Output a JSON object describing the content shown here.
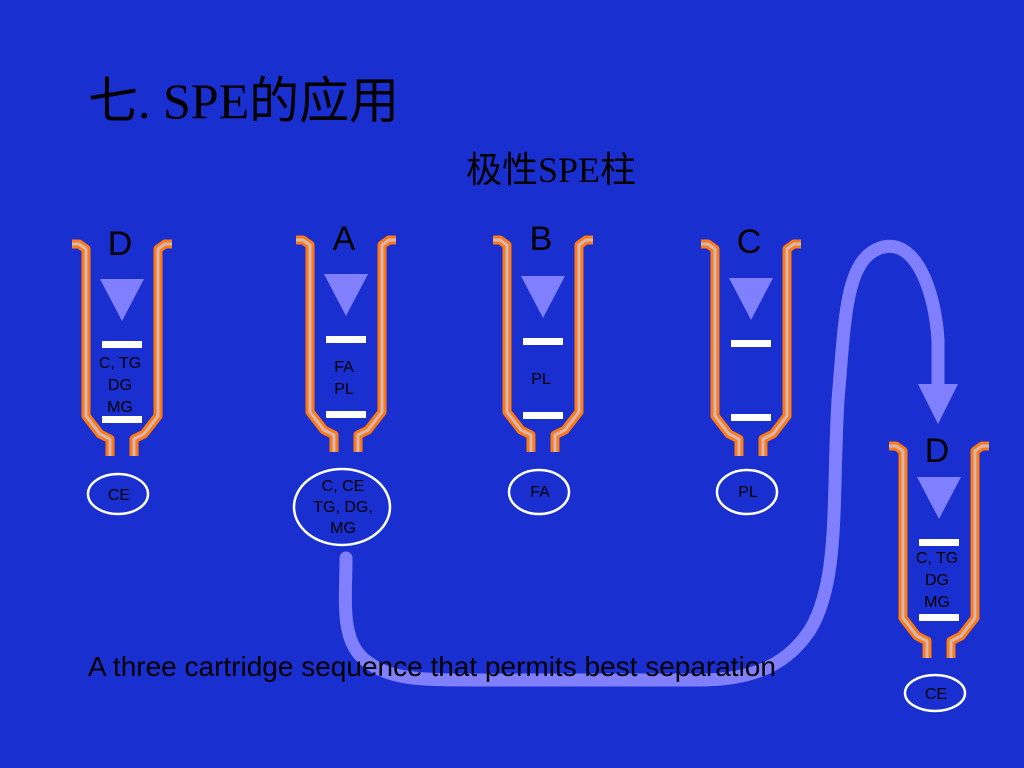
{
  "title": "七. SPE的应用",
  "subtitle": "极性SPE柱",
  "caption": "A three cartridge sequence that permits best separation",
  "colors": {
    "background": "#1a2fd0",
    "cartridge_outline": "#ff7a10",
    "cartridge_wall": "#d4b8b8",
    "arrow": "#8080ff",
    "flow_path": "#8080ff",
    "text": "#000000"
  },
  "cartridges": [
    {
      "id": "D",
      "label": "D",
      "contents": [
        "C, TG",
        "DG",
        "MG"
      ],
      "eluate": [
        "CE"
      ]
    },
    {
      "id": "A",
      "label": "A",
      "contents": [
        "FA",
        "PL"
      ],
      "eluate": [
        "C, CE",
        "TG, DG,",
        "MG"
      ]
    },
    {
      "id": "B",
      "label": "B",
      "contents": [
        "PL"
      ],
      "eluate": [
        "FA"
      ]
    },
    {
      "id": "C",
      "label": "C",
      "contents": [],
      "eluate": [
        "PL"
      ]
    },
    {
      "id": "D2",
      "label": "D",
      "contents": [
        "C, TG",
        "DG",
        "MG"
      ],
      "eluate": [
        "CE"
      ]
    }
  ]
}
